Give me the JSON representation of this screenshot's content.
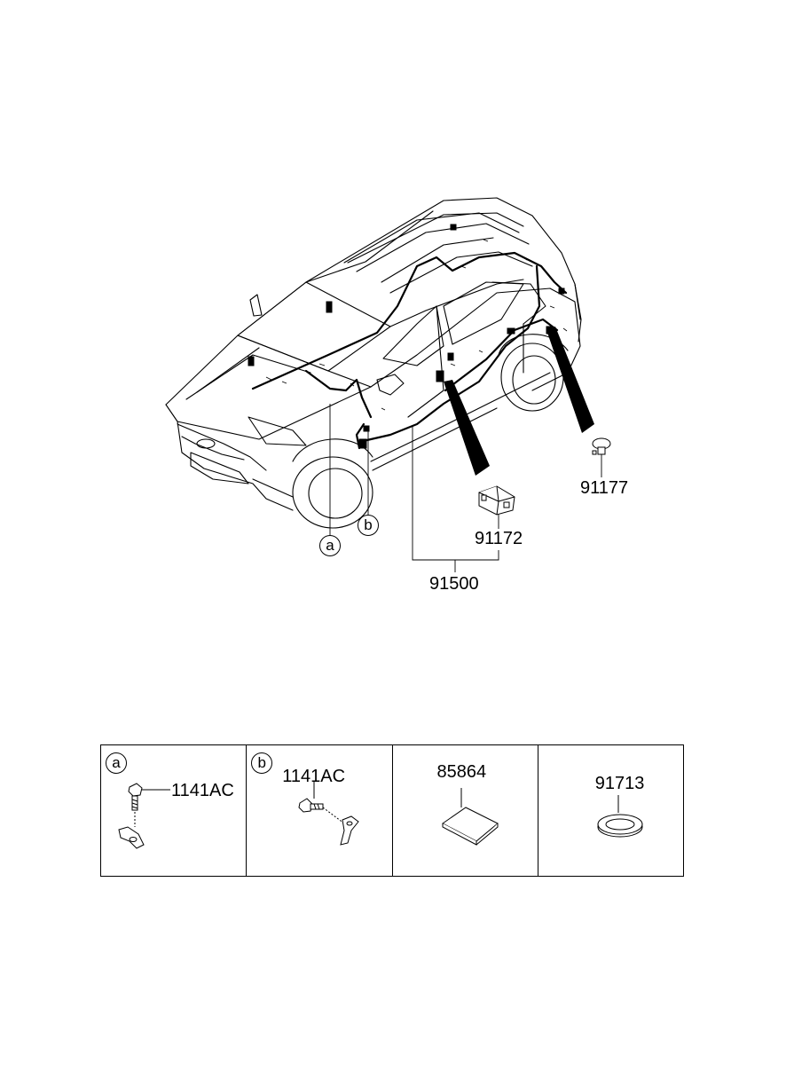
{
  "callouts": {
    "part_91177": "91177",
    "part_91172": "91172",
    "part_91500": "91500",
    "ref_a": "a",
    "ref_b": "b"
  },
  "legend": {
    "cells": [
      {
        "ref": "a",
        "part": "1141AC"
      },
      {
        "ref": "b",
        "part": "1141AC"
      },
      {
        "ref": "",
        "part": "85864"
      },
      {
        "ref": "",
        "part": "91713"
      }
    ]
  }
}
